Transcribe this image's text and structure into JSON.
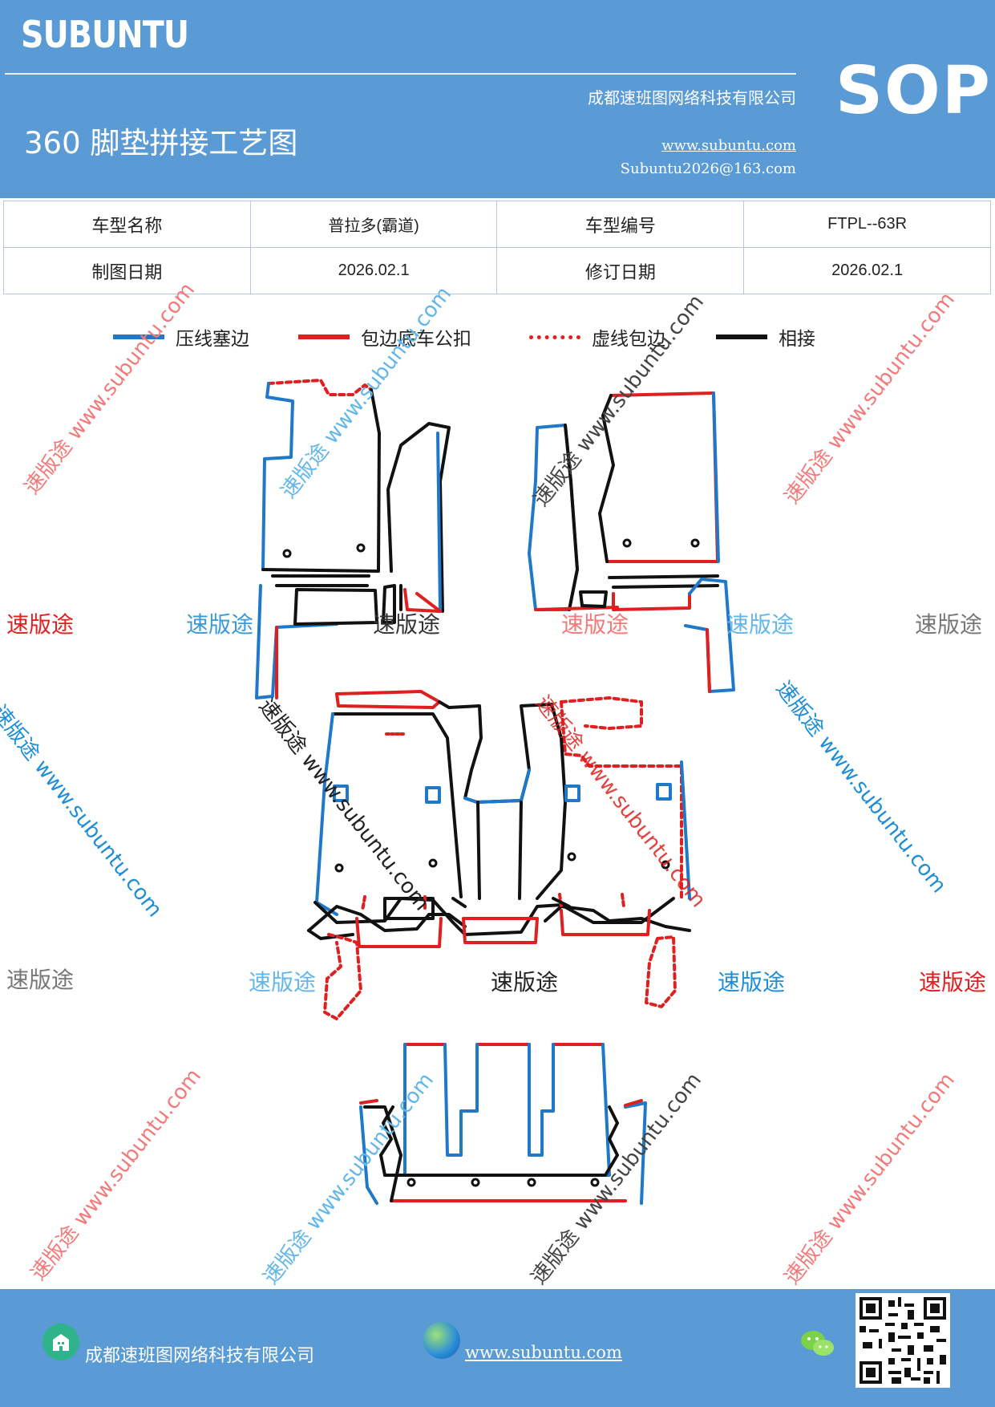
{
  "header": {
    "logo": "SUBUNTU",
    "title": "360 脚垫拼接工艺图",
    "company": "成都速班图网络科技有限公司",
    "website": "www.subuntu.com",
    "email": "Subuntu2026@163.com",
    "badge": "SOP",
    "bg_color": "#5b9bd5"
  },
  "info": {
    "model_name_label": "车型名称",
    "model_name_value": "普拉多(霸道)",
    "model_code_label": "车型编号",
    "model_code_value": "FTPL--63R",
    "draw_date_label": "制图日期",
    "draw_date_value": "2026.02.1",
    "revise_date_label": "修订日期",
    "revise_date_value": "2026.02.1"
  },
  "legend": [
    {
      "label": "压线塞边",
      "color": "#1f78c8",
      "style": "solid"
    },
    {
      "label": "包边底车公扣",
      "color": "#e02020",
      "style": "solid"
    },
    {
      "label": "虚线包边",
      "color": "#e02020",
      "style": "dotted"
    },
    {
      "label": "相接",
      "color": "#111111",
      "style": "solid"
    }
  ],
  "watermarks": {
    "brand": "速版途",
    "url": "www.subuntu.com"
  },
  "footer": {
    "company": "成都速班图网络科技有限公司",
    "website": "www.subuntu.com",
    "icons": [
      "company-icon",
      "globe-icon",
      "wechat-icon",
      "qr-code"
    ]
  }
}
